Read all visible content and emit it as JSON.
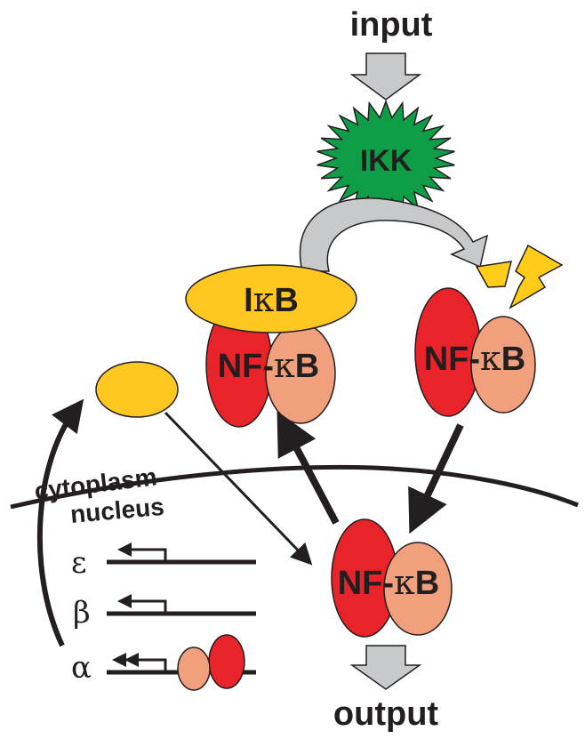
{
  "labels": {
    "input": "input",
    "output": "output",
    "ikk": "IKK",
    "ikb_prefix": "I",
    "ikb_kappa": "κ",
    "ikb_suffix": "B",
    "nfkb_left": "NF",
    "nfkb_dash": "-",
    "nfkb_kappa": "κ",
    "nfkb_b": "B",
    "cytoplasm": "cytoplasm",
    "nucleus": "nucleus"
  },
  "genes": [
    {
      "symbol": "ε"
    },
    {
      "symbol": "β"
    },
    {
      "symbol": "α"
    }
  ],
  "colors": {
    "nfkb_red": "#e8232a",
    "nfkb_salmon": "#f0a07c",
    "ikb_yellow": "#ffc820",
    "ikk_green": "#0f9d48",
    "arrow_gray": "#c8c9cb",
    "fragment_yellow": "#ffcc1a"
  }
}
